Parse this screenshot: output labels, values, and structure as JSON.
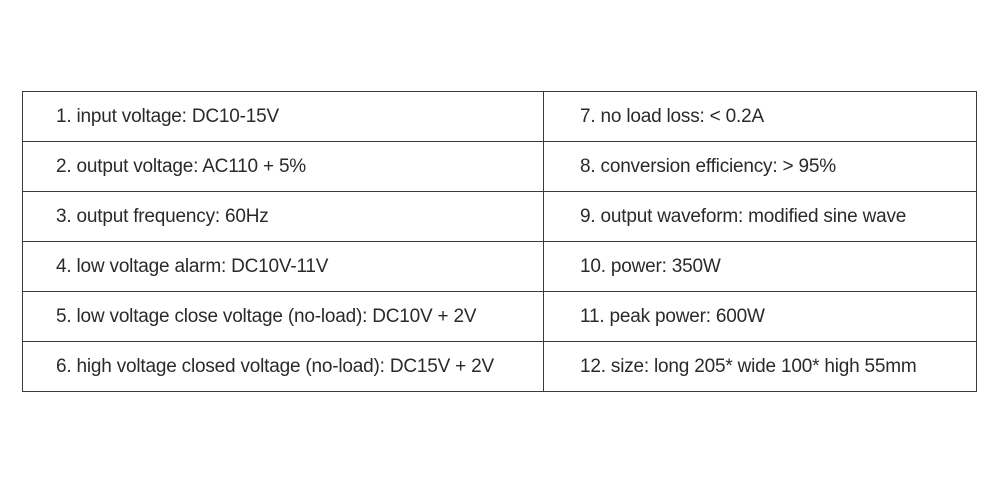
{
  "specs": {
    "rows": [
      [
        "1. input voltage: DC10-15V",
        "7. no load loss: < 0.2A"
      ],
      [
        "2. output voltage: AC110 + 5%",
        "8. conversion efficiency: > 95%"
      ],
      [
        "3. output frequency: 60Hz",
        "9. output waveform: modified sine wave"
      ],
      [
        "4. low voltage alarm: DC10V-11V",
        "10. power: 350W"
      ],
      [
        "5. low voltage close voltage (no-load): DC10V + 2V",
        "11. peak power: 600W"
      ],
      [
        "6. high voltage closed voltage (no-load): DC15V + 2V",
        "12. size: long 205* wide 100* high 55mm"
      ]
    ]
  }
}
